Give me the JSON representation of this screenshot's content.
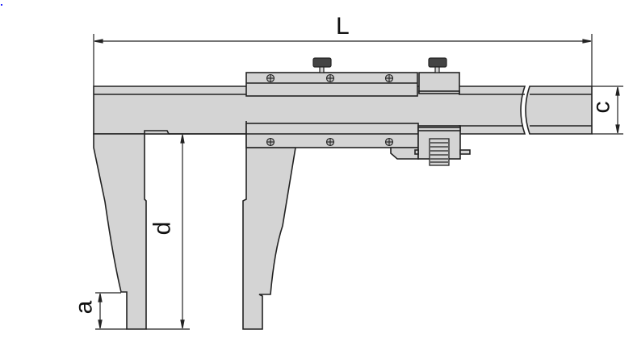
{
  "diagram": {
    "subject": "Vernier caliper with long jaws (dimension drawing)",
    "colors": {
      "body_fill": "#d4d4d4",
      "outline": "#222222",
      "background": "#ffffff"
    },
    "dimensions": {
      "L": {
        "label": "L",
        "meaning": "overall length"
      },
      "c": {
        "label": "c",
        "meaning": "beam height"
      },
      "d": {
        "label": "d",
        "meaning": "jaw depth"
      },
      "a": {
        "label": "a",
        "meaning": "jaw tip length"
      }
    },
    "parts": [
      "main-beam",
      "fixed-jaw",
      "sliding-jaw",
      "slider",
      "fine-adjust-clamp",
      "locking-screws",
      "thumb-wheel",
      "beam-break"
    ]
  }
}
